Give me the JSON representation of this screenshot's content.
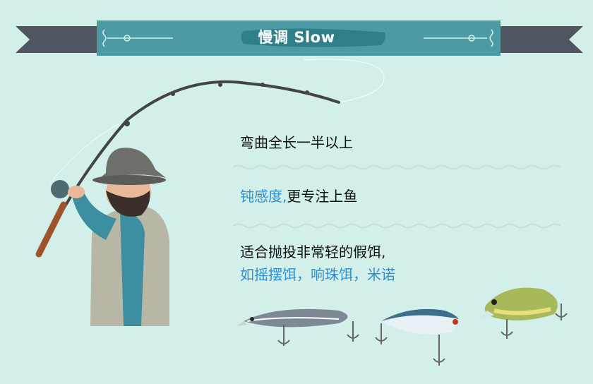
{
  "banner": {
    "title": "慢调 Slow"
  },
  "text": {
    "line1": "弯曲全长一半以上",
    "line2_highlight": "钝感度,",
    "line2_rest": "更专注上鱼",
    "line3": "适合抛投非常轻的假饵,",
    "line4": "如摇摆饵，响珠饵，米诺"
  },
  "colors": {
    "background": "#d3efe9",
    "banner": "#4b9aa4",
    "ribbon_tail": "#4f5662",
    "highlight": "#2f8fd0"
  },
  "icons": [
    "fisherman-icon",
    "fishing-rod-icon",
    "minnow-lure-icon",
    "rattle-lure-icon",
    "crankbait-lure-icon"
  ]
}
